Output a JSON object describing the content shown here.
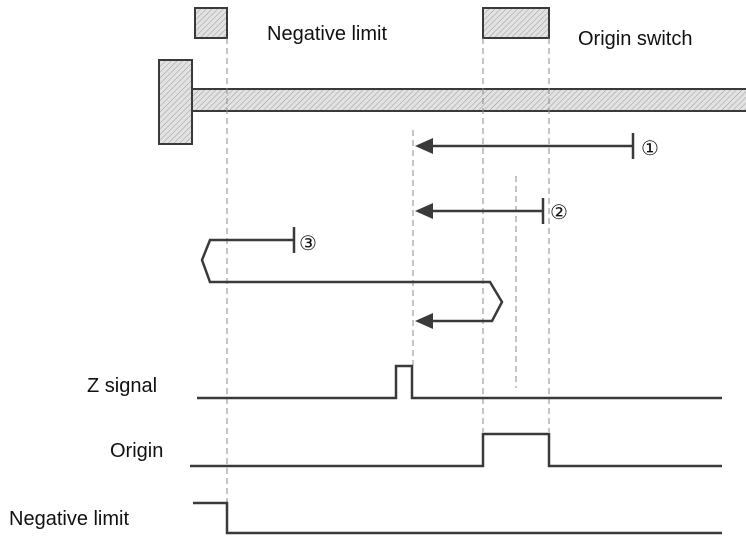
{
  "labels": {
    "negative_limit_switch": "Negative limit",
    "origin_switch": "Origin switch",
    "z_signal": "Z signal",
    "origin": "Origin",
    "negative_limit": "Negative limit"
  },
  "markers": {
    "path_1": "①",
    "path_2": "②",
    "path_3": "③"
  },
  "colors": {
    "line": "#3a3a3a",
    "hatch_fill": "#d9d9d9",
    "dash": "#8a8a8a"
  }
}
